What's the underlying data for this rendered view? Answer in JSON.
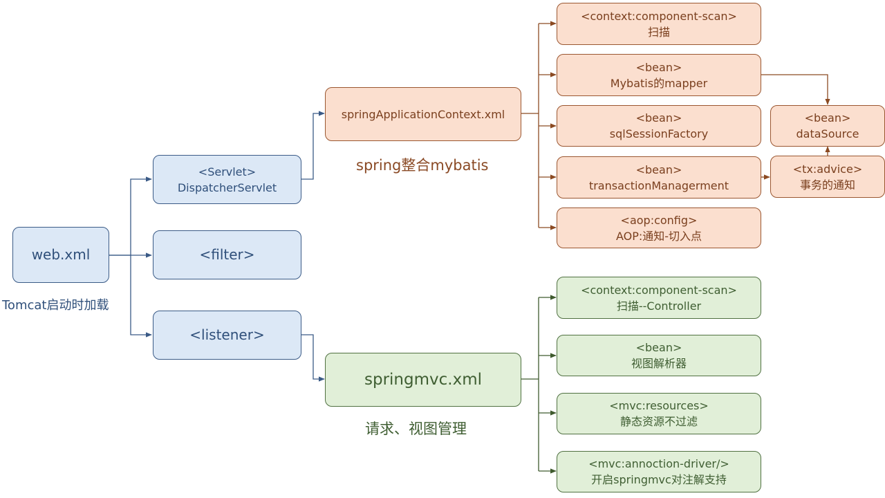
{
  "root": {
    "label": "web.xml",
    "caption": "Tomcat启动时加载"
  },
  "servlet": {
    "line1": "<Servlet>",
    "line2": "DispatcherServlet"
  },
  "filter": {
    "label": "<filter>"
  },
  "listener": {
    "label": "<listener>"
  },
  "spring": {
    "label": "springApplicationContext.xml",
    "caption": "spring整合mybatis",
    "children": [
      {
        "line1": "<context:component-scan>",
        "line2": "扫描"
      },
      {
        "line1": "<bean>",
        "line2": "Mybatis的mapper"
      },
      {
        "line1": "<bean>",
        "line2": "sqlSessionFactory"
      },
      {
        "line1": "<bean>",
        "line2": "transactionManagerment"
      },
      {
        "line1": "<aop:config>",
        "line2": "AOP:通知-切入点"
      }
    ],
    "datasource": {
      "line1": "<bean>",
      "line2": "dataSource"
    },
    "txadvice": {
      "line1": "<tx:advice>",
      "line2": "事务的通知"
    }
  },
  "mvc": {
    "label": "springmvc.xml",
    "caption": "请求、视图管理",
    "children": [
      {
        "line1": "<context:component-scan>",
        "line2": "扫描--Controller"
      },
      {
        "line1": "<bean>",
        "line2": "视图解析器"
      },
      {
        "line1": "<mvc:resources>",
        "line2": "静态资源不过滤"
      },
      {
        "line1": "<mvc:annoction-driver/>",
        "line2": "开启springmvc对注解支持"
      }
    ]
  },
  "colors": {
    "blue": "#3a5a86",
    "peach": "#8b4a22",
    "green": "#3f5a2e"
  }
}
